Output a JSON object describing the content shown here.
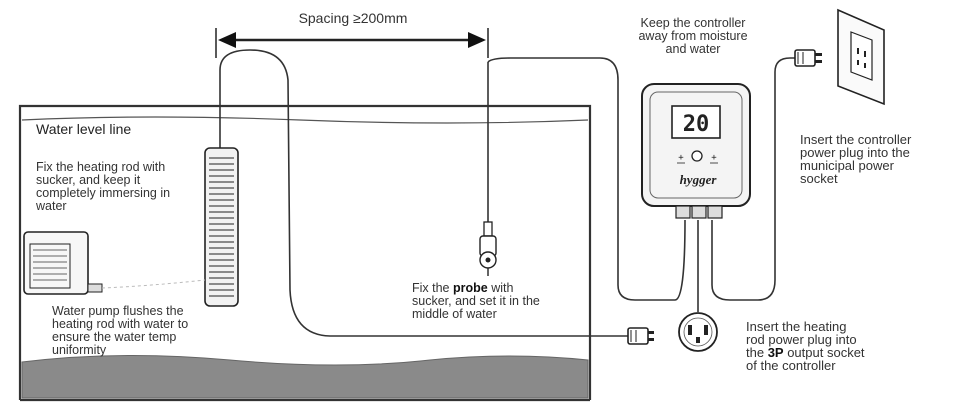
{
  "labels": {
    "spacing": "Spacing ≥200mm",
    "water_level": "Water level line",
    "fix_heater": "Fix the heating rod with\nsucker, and keep it\ncompletely immersing in\nwater",
    "pump": "Water pump flushes the\nheating rod with water to\nensure the water temp\nuniformity",
    "probe_pre": "Fix the ",
    "probe_bold": "probe",
    "probe_post": " with\nsucker, and set it in the\nmiddle of water",
    "controller_note": "Keep the controller\naway from moisture\nand water",
    "power_note": "Insert the controller\npower plug into the\nmunicipal power\nsocket",
    "heater_plug_pre": "Insert the heating\nrod power plug into\nthe ",
    "heater_plug_bold": "3P",
    "heater_plug_post": " output socket\nof the controller"
  },
  "controller": {
    "display": "20",
    "brand": "hygger"
  }
}
